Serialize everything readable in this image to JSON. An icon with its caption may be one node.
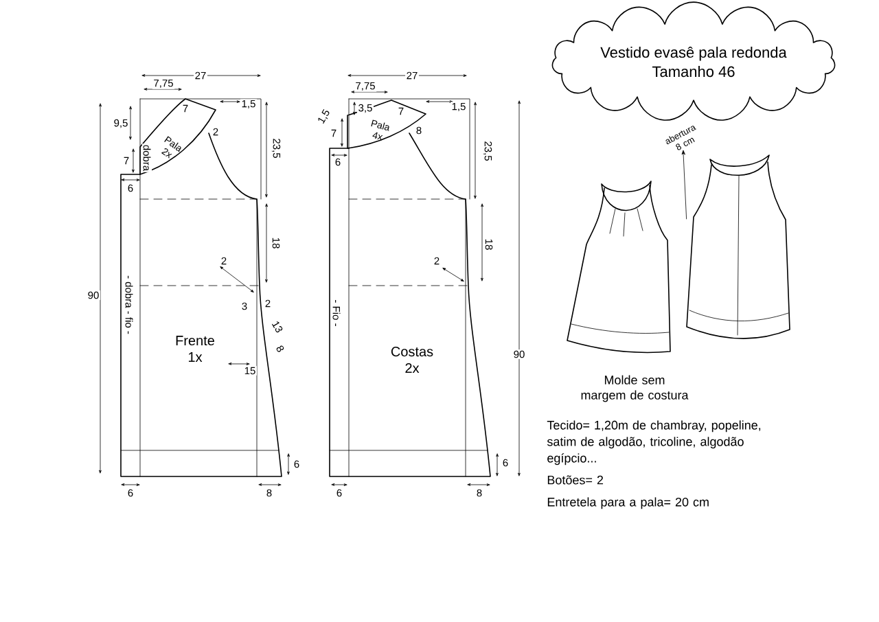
{
  "diagram": {
    "nodes": [
      {
        "text": [
          "Vestido evasê pala redonda",
          "Tamanho 46"
        ]
      },
      {
        "text": [
          "Frente",
          "1x"
        ]
      },
      {
        "text": [
          "Pala",
          "2x"
        ],
        "in": 1
      },
      {
        "text": [
          "Costas",
          "2x"
        ]
      },
      {
        "text": [
          "Pala",
          "4x"
        ],
        "in": 3
      },
      {
        "text": [],
        "shape": "picture"
      },
      {
        "text": [],
        "shape": "picture"
      },
      {
        "text": [
          "abertura 8 cm"
        ]
      }
    ],
    "edges": [
      {
        "from": 6,
        "to": 7,
        "arrow": "to"
      }
    ],
    "labels": [
      "27",
      "7,75",
      "9,5",
      "7",
      "1,5",
      "2",
      "23,5",
      "dobra",
      "7",
      "6",
      "18",
      "2",
      "3",
      "2",
      "13",
      "8",
      "15",
      "- dobra - fio -",
      "90",
      "6",
      "6",
      "8",
      "27",
      "7,75",
      "3,5",
      "7",
      "1,5",
      "1,5",
      "7",
      "8",
      "23,5",
      "6",
      "18",
      "2",
      "- Fio -",
      "90",
      "6",
      "6",
      "8",
      "Molde sem margem de costura",
      "Tecido= 1,20m de chambray, popeline, satim de algodão, tricoline, algodão egípcio...",
      "Botões= 2",
      "Entretela para a pala= 20 cm"
    ]
  }
}
